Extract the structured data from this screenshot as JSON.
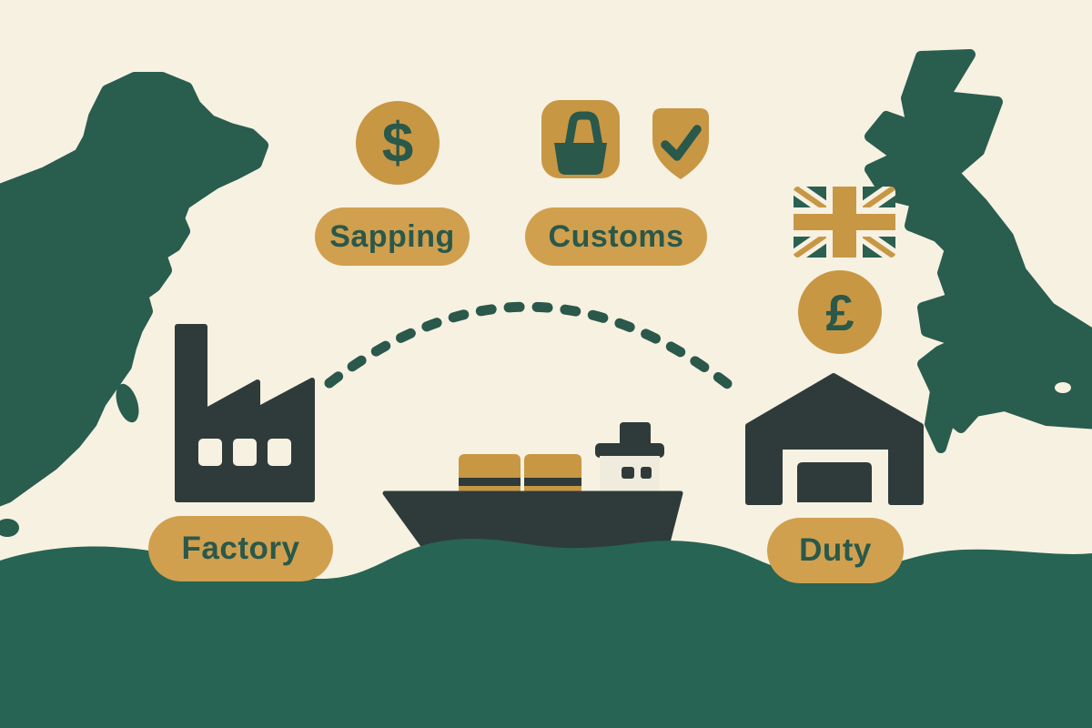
{
  "labels": {
    "shipping": "Sapping",
    "customs": "Customs",
    "factory": "Factory",
    "duty": "Duty"
  },
  "symbols": {
    "dollar": "$",
    "pound": "£",
    "checkmark": "✓"
  },
  "colors": {
    "background": "#F7F1E2",
    "map_green": "#295D4E",
    "sea_green": "#276453",
    "icon_charcoal": "#2F3B3A",
    "gold": "#C89744",
    "pill_gold": "#D0A04E",
    "text_green": "#2A584B",
    "cream": "#F7F1E2"
  },
  "icons": [
    "china-map-icon",
    "uk-map-icon",
    "sea-waves",
    "route-dotted-arc-icon",
    "factory-icon",
    "cargo-ship-icon",
    "warehouse-icon",
    "dollar-coin-icon",
    "pound-coin-icon",
    "lock-badge-icon",
    "shield-check-icon",
    "uk-flag-icon"
  ]
}
